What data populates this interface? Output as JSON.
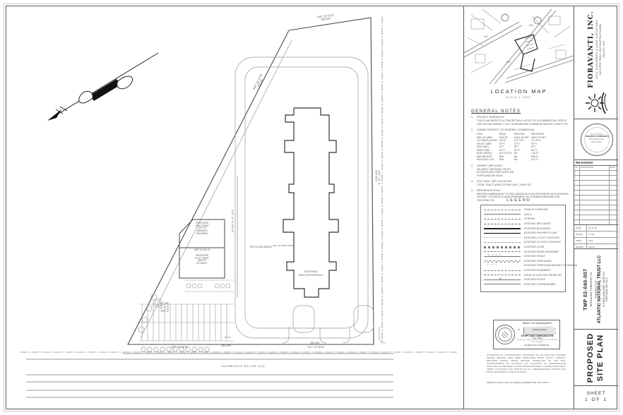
{
  "site_plan": {
    "road_label": "HULMEVILLE RD (SR 313)",
    "bearings": {
      "top_bearing": "N22° 36' 51\"E",
      "top_length": "168.262'",
      "left_bearing": "N30° 26' 07\"W",
      "left_length": "293.98'",
      "right_bearing": "S30° 44' E",
      "right_length": "384.000'",
      "inner_vertical": "S30° 44' E  330.00'",
      "mid_dim": "S27° 16' 00\"W  13.095'",
      "bottom_left_bearing": "S27° 16' 00\"W",
      "bottom_left_length": "181.478'",
      "frontage": "173.75'",
      "bottom_right_length": "280.000'",
      "bottom_right_bearing": "S27° 16' 00\"W"
    },
    "parcels": {
      "main": "TMP 02-040-07",
      "neighbor": "TMP 02-040-008-002"
    },
    "buildings": {
      "existing": [
        "EXISTING",
        "3934 OFFICEPLEX"
      ],
      "proposed_upper": [
        "PROPOSED",
        "FOOT PRINT",
        "6370 SF",
        "VARIANCE",
        "REQUIRED"
      ],
      "proposed_lower": [
        "PROPOSED",
        "FOOT PRINT",
        "3900 SF",
        "BY RIGHT"
      ]
    }
  },
  "location_map": {
    "title": "LOCATION MAP",
    "scale": "SCALE  1\"=800'",
    "zone_labels": [
      "GC",
      "GC",
      "GC"
    ]
  },
  "general_notes": {
    "title": "GENERAL NOTES",
    "n1_no": "1.",
    "n1_title": "PROJECT NARRATIVE:",
    "n1_body": "THIS PLAN DEPICTS A CONCEPTUAL LAYOUT OF A COMMERCIAL OFFICE USE ON TAX PARCEL 2-40-7 IN BENSALEM TOWNSHIP BUCKS COUNTY PA.",
    "n2_no": "2.",
    "n2_title": "ZONING DISTRICT:  GC  GENERAL COMMERCIAL",
    "zoning_headers": [
      "ITEM",
      "REQD.",
      "EXISTING",
      "PROPOSED"
    ],
    "zoning_rows": [
      {
        "item": "MIN LOT AREA",
        "reqd": "7500 SF",
        "existing": "24001 SF NET",
        "proposed": "24001 SF NET"
      },
      {
        "item": "LOT WIDTH @ R/W",
        "reqd": "100 FT",
        "existing": "173.75 FT",
        "proposed": "173.75 FT"
      },
      {
        "item": "FRONT YARD",
        "reqd": "75 FT",
        "existing": "75 FT",
        "proposed": "75 FT"
      },
      {
        "item": "SIDE YARD",
        "reqd": "8 FT",
        "existing": "8 FT",
        "proposed": "8 FT"
      },
      {
        "item": "REAR YARD",
        "reqd": "30 FT",
        "existing": "30 FT",
        "proposed": "30 FT"
      },
      {
        "item": "BLDG HEIGHT",
        "reqd": "40 FT/3 STY",
        "existing": "NA",
        "proposed": "< 40 FT"
      },
      {
        "item": "MAX IMP SITE",
        "reqd": "60%",
        "existing": "NA",
        "proposed": "59.8 %"
      },
      {
        "item": "MAX BLDG COV",
        "reqd": "35%",
        "existing": "NA",
        "proposed": "14.2 %"
      }
    ],
    "n3_no": "3.",
    "n3_title": "OWNER / APPLICANT :",
    "owner_lines": [
      "ATLANTIC NATIONAL TRUST",
      "50 PORTLAND PIER SUITE 400",
      "PORTLAND ME 04101"
    ],
    "n4_no": "4.",
    "n4_title": "SITE DATA:   TMP # 02-040-007",
    "n4_body": "TOTAL TRACT AREA TO R/W LINE  =  24001 SF",
    "n5_no": "5.",
    "n5_title": "REFERENCE PLAN :",
    "n5_body": "RECORD AMENDMENT TO DECLARATION PLAN RECORDED IN PLAN BOOK 48 PAGE 778 DATED 5-28-96 PREPARED BY LEONARD BENNINGTON CROSSING PA."
  },
  "legend": {
    "title": "LEGEND",
    "items": [
      {
        "symbol": "floodplain",
        "label": "FEMA FLOODPLAIN"
      },
      {
        "symbol": "soils",
        "label": "SOILS"
      },
      {
        "symbol": "stream",
        "label": "STREAM"
      },
      {
        "symbol": "wetlands",
        "label": "EXISTING WETLANDS"
      },
      {
        "symbol": "buildings",
        "label": "EXISTING BUILDINGS"
      },
      {
        "symbol": "property-line",
        "label": "EXISTING PROPERTY LINE"
      },
      {
        "symbol": "contour2",
        "label": "EXISTING 2 FOOT CONTOUR"
      },
      {
        "symbol": "contour10",
        "label": "EXISTING 10 FOOT CONTOUR"
      },
      {
        "symbol": "curb",
        "label": "EXISTING CURB"
      },
      {
        "symbol": "paved-driveway",
        "label": "EXISTING PAVED DRIVEWAY"
      },
      {
        "symbol": "fence",
        "label": "EXISTING FENCE"
      },
      {
        "symbol": "tree-mass",
        "label": "EXISTING TREE MASS"
      },
      {
        "symbol": "trees-remain",
        "label": "EXISTING TREES AND BUSHES TO REMAIN"
      },
      {
        "symbol": "easement",
        "label": "EXISTING EASEMENT"
      },
      {
        "symbol": "paved-rd-edge",
        "label": "EDGE OF EXISTING PAVED RD"
      },
      {
        "symbol": "poles",
        "label": "EXISTING POLES"
      },
      {
        "symbol": "storm-sewer",
        "label": "EXISTING STORM SEWER"
      }
    ]
  },
  "one_call": {
    "before": "Before You Dig Anywhere",
    "in_word": "IN",
    "state": "PENNSYLVANIA",
    "stop_call": "STOP! CALL 1-800-242-1776",
    "toll": "TOLL FREE",
    "notice": "PA LAW REQUIRES 3 WORKING DAYS NOTICE BEFORE YOU EXCAVATE",
    "system": "PA ONE CALL SYSTEM INC.",
    "attention": "ATTENTION ALL CONTRACTORS:  LOCATIONS OF ALL EXISTING UTILITIES SHOWN HEREON HAVE BEEN DEVELOPED FROM UTILITY COMPANY RECORDS AND/OR ABOVE GROUND INSPECTION OF THE SITE. COMPLETENESS OR ACCURACY OF LOCATIONS OF UNDERGROUND FACILITIES AS PROVIDED CANNOT BE GUARANTEED. CONTRACTORS MUST VERIFY LOCATIONS AND DEPTHS OF ALL UNDERGROUND UTILITIES AND FACILITIES PRIOR TO START OF WORK.",
    "serial": "PENNSYLVANIA ONE CALL SERIAL NUMBER FOR THIS SITE:  #"
  },
  "title_block": {
    "firm": {
      "name": "FIORAVANTI, INC.",
      "line1": "CIVIL ENGINEERS & LAND SURVEYORS",
      "line2": "618 STREET ROAD • SOUTHAMPTON, PA 18966",
      "line3": "(215) 322 • 2143"
    },
    "seal": {
      "word1": "REGISTERED",
      "name": "VINCENT M. FIORAVANTI",
      "word2": "PROFESSIONAL",
      "word3": "ENGINEER"
    },
    "revisions": {
      "title": "REVISIONS",
      "headers": [
        "NO.",
        "DESCRIPTION",
        "DATE"
      ],
      "rows": [
        "1",
        "2",
        "",
        "",
        "",
        "",
        "",
        "",
        "",
        "",
        ""
      ]
    },
    "info_rows": [
      {
        "label": "DATE",
        "value": "10-21-16"
      },
      {
        "label": "SCALE",
        "value": "1\"=30'"
      },
      {
        "label": "JOB #",
        "value": "FB #"
      },
      {
        "label": "DRAWN",
        "value": "CHKD."
      }
    ],
    "project": {
      "tmp": "TMP 02-040-007",
      "township": "BENSALEM TOWNSHIP, PA",
      "prepared": "PREPARED FOR:",
      "client": "ATLANTIC NATIONAL TRUST LLC",
      "addr1": "50 PORTLAND PIER, SUITE 400",
      "addr2": "PORTLAND ME 04101"
    },
    "sheet_title_1": "PROPOSED",
    "sheet_title_2": "SITE PLAN",
    "sheet_label": "SHEET",
    "sheet_number": "1   OF   1"
  }
}
